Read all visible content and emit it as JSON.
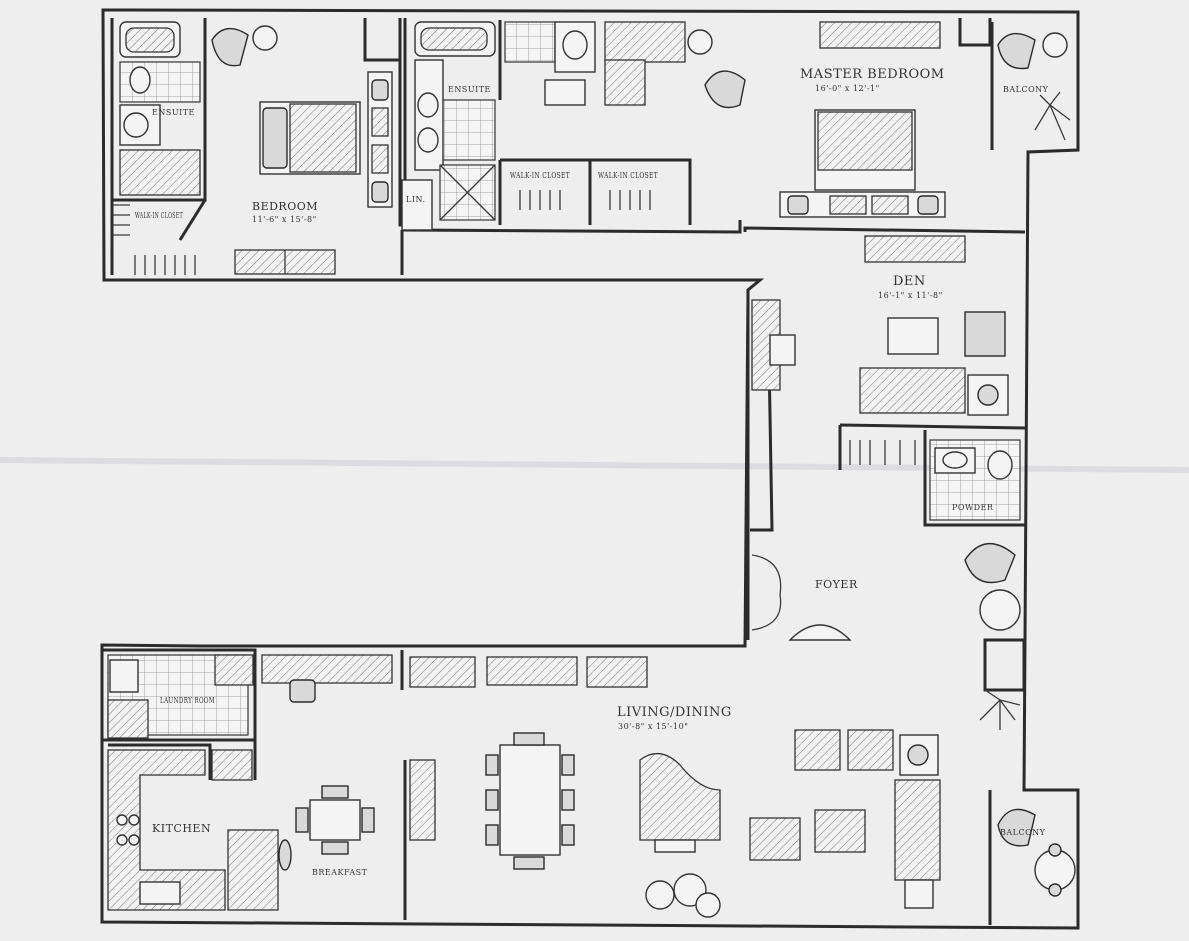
{
  "rooms": {
    "master_bedroom": {
      "name": "MASTER BEDROOM",
      "dims": "16'-0\" x 12'-1\""
    },
    "bedroom": {
      "name": "BEDROOM",
      "dims": "11'-6\" x 15'-8\""
    },
    "ensuite_left": {
      "name": "ENSUITE"
    },
    "ensuite_right": {
      "name": "ENSUITE"
    },
    "walk_in_closet_left": {
      "name": "WALK-IN CLOSET"
    },
    "walk_in_closet_mid_a": {
      "name": "WALK-IN CLOSET"
    },
    "walk_in_closet_mid_b": {
      "name": "WALK-IN CLOSET"
    },
    "linen": {
      "name": "LIN."
    },
    "balcony_top": {
      "name": "BALCONY"
    },
    "balcony_bottom": {
      "name": "BALCONY"
    },
    "den": {
      "name": "DEN",
      "dims": "16'-1\" x 11'-8\""
    },
    "powder": {
      "name": "POWDER"
    },
    "foyer": {
      "name": "FOYER"
    },
    "laundry": {
      "name": "LAUNDRY ROOM"
    },
    "living_dining": {
      "name": "LIVING/DINING",
      "dims": "30'-8\" x 15'-10\""
    },
    "kitchen": {
      "name": "KITCHEN"
    },
    "breakfast": {
      "name": "BREAKFAST"
    }
  }
}
